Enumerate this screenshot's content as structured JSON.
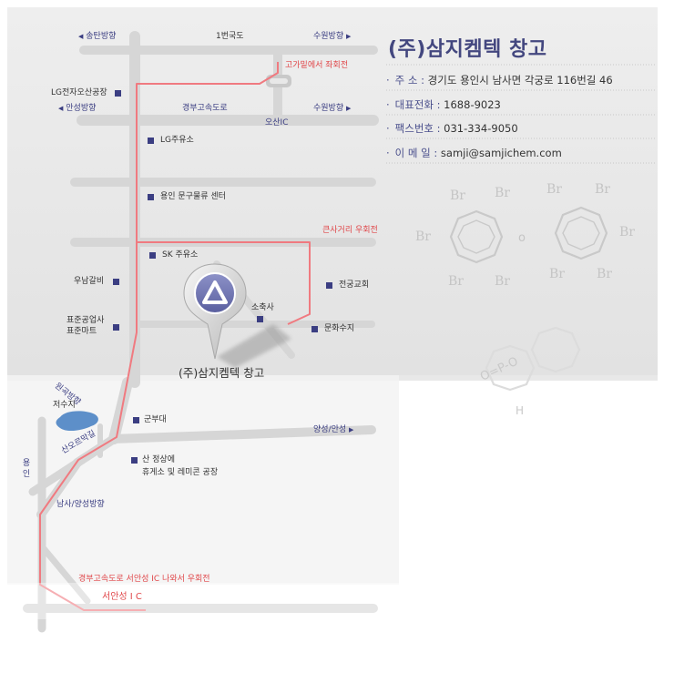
{
  "company": {
    "title": "(주)삼지켐텍 창고",
    "address_label": "주      소 :",
    "address": "경기도 용인시 남사면 각궁로 116번길 46",
    "phone_label": "대표전화 :",
    "phone": "1688-9023",
    "fax_label": "팩스번호 :",
    "fax": "031-334-9050",
    "email_label": "이  메  일 :",
    "email": "samji@samjichem.com"
  },
  "map": {
    "road_top": "1번국도",
    "dir_songtan": "송탄방향",
    "dir_suwon_top": "수원방향",
    "dir_anseong": "안성방향",
    "highway": "경부고속도로",
    "dir_suwon_mid": "수원방향",
    "osan_ic": "오산IC",
    "route_note_top": "고가밑에서 좌회전",
    "lg_factory": "LG전자오산공장",
    "lg_gas": "LG주유소",
    "logistics": "용인 문구물류 센터",
    "route_note_junction": "큰사거리 우회전",
    "sk_gas": "SK 주유소",
    "restaurant": "우남갈비",
    "jeongung_church": "전궁교회",
    "cattle_shed": "소축사",
    "munhwasuji": "문화수지",
    "market_1": "표준공업사",
    "market_2": "표준마트",
    "marker_label": "(주)삼지켐텍 창고",
    "wongok_road": "원곡방향",
    "reservoir": "저수지",
    "military": "군부대",
    "sanoreumak": "산오르막길",
    "yangseong_anseong": "양성/안성",
    "yongin": "용인",
    "rest_area_1": "산 정상에",
    "rest_area_2": "휴게소 및 레미콘 공장",
    "namsa_yangseong": "남사/양성방향",
    "route_note_bottom": "경부고속도로 서안성 IC 나와서 우회전",
    "seoanseong_ic": "서안성 I C"
  },
  "chem": {
    "br": "Br",
    "o": "o",
    "formula_top": "O=P-O",
    "formula_h": "H"
  },
  "colors": {
    "route": "#f07a80",
    "road": "#d6d6d6",
    "navy": "#3b3e82",
    "accent_red": "#e0474a"
  }
}
